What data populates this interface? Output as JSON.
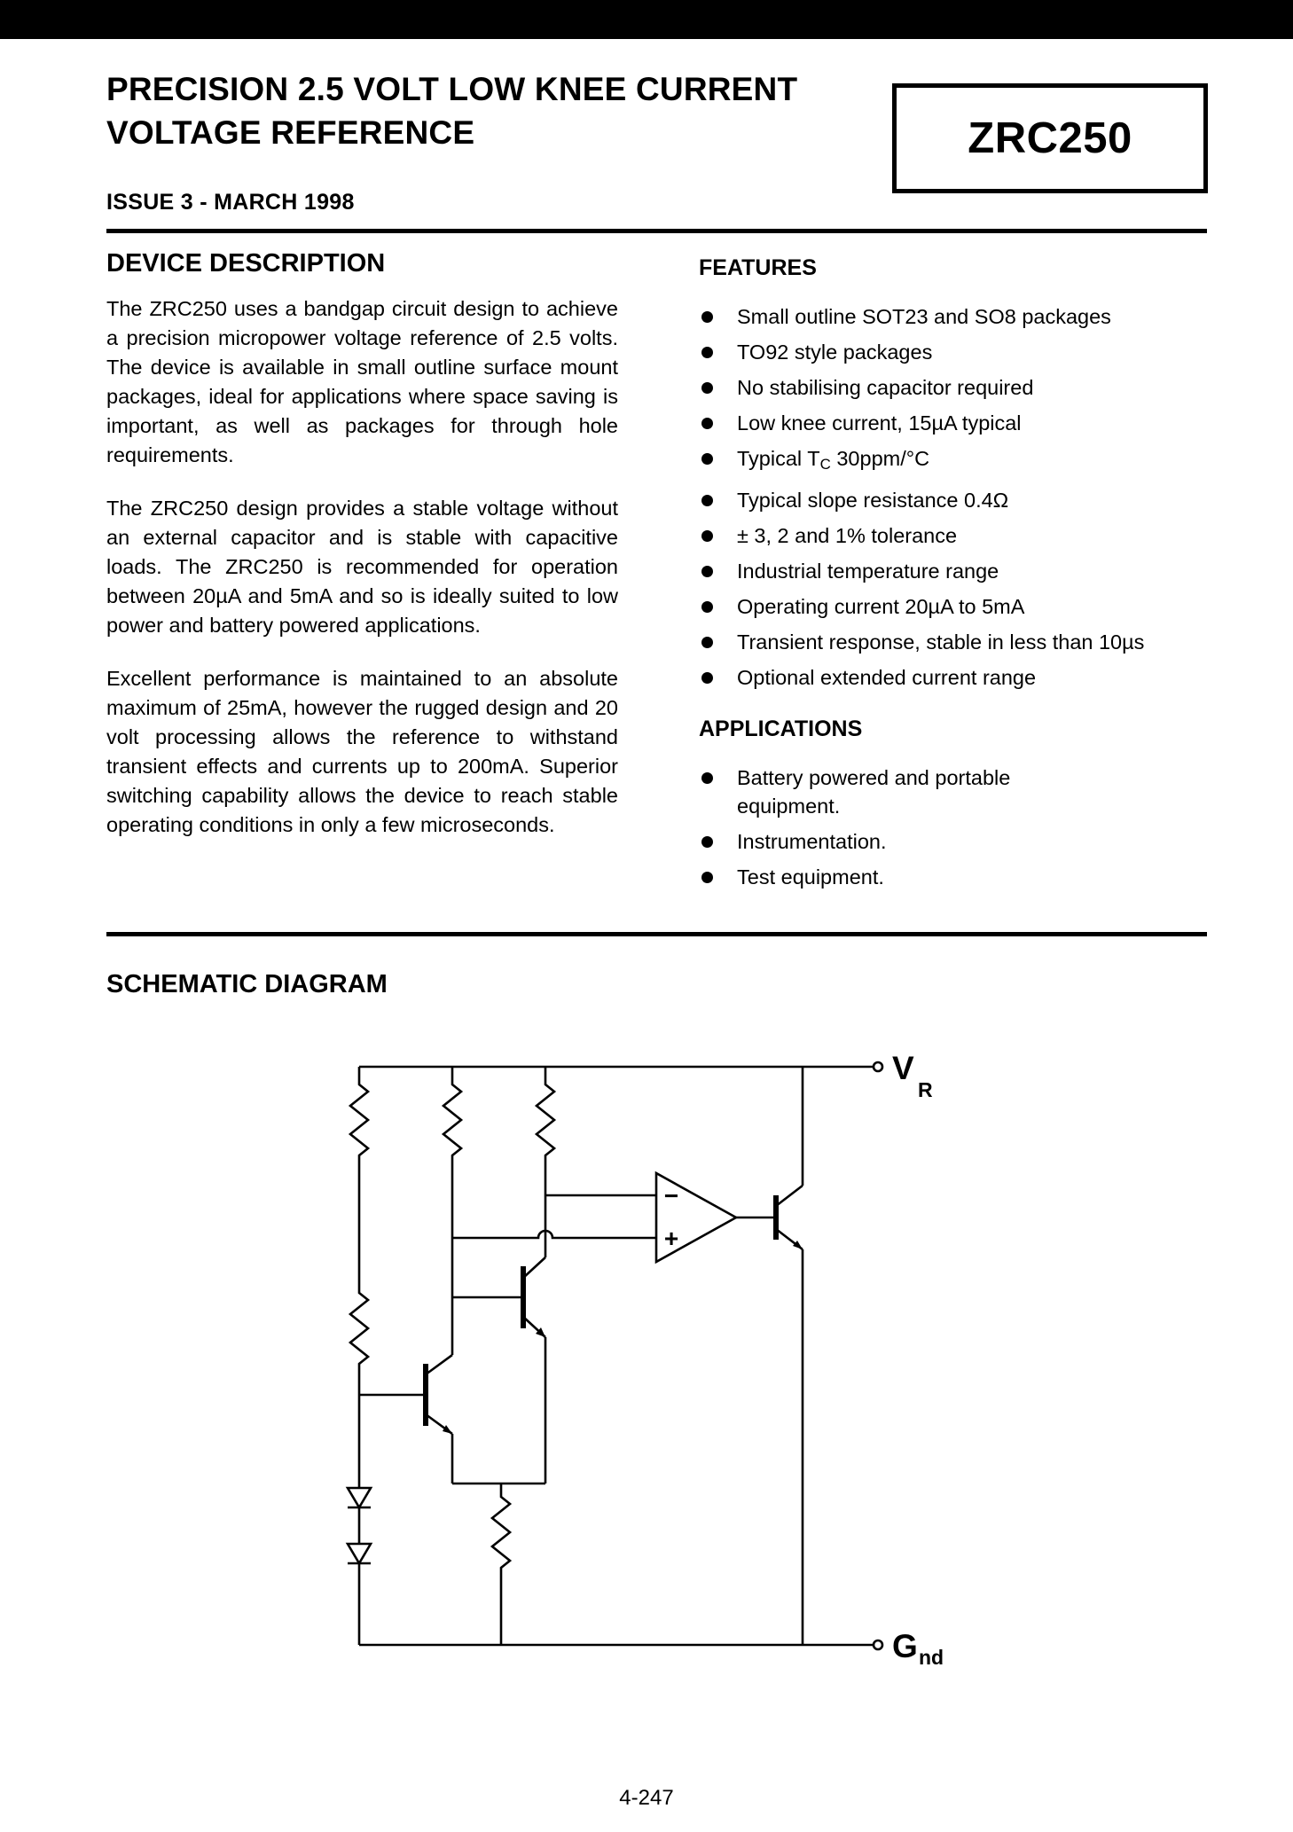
{
  "header": {
    "title_line1": "PRECISION 2.5 VOLT LOW KNEE CURRENT",
    "title_line2": "VOLTAGE REFERENCE",
    "issue": "ISSUE 3 - MARCH 1998",
    "part_number": "ZRC250"
  },
  "device_description": {
    "heading": "DEVICE DESCRIPTION",
    "paragraphs": [
      "The ZRC250 uses a bandgap circuit design to achieve a precision micropower voltage reference of 2.5 volts. The device is available in small outline surface mount packages, ideal for applications where space saving is important, as well as packages for through hole requirements.",
      "The ZRC250 design provides a stable voltage without an external capacitor and is stable with capacitive loads. The ZRC250 is recommended for operation between 20µA and 5mA and so is ideally suited to low power and battery powered applications.",
      "Excellent performance is maintained to an absolute maximum of 25mA, however the rugged design and 20 volt processing allows the reference to withstand transient effects and currents up to 200mA. Superior switching capability allows the device to reach stable operating conditions in only a few microseconds."
    ]
  },
  "features": {
    "heading": "FEATURES",
    "items": [
      "Small outline SOT23 and SO8 packages",
      "TO92 style packages",
      "No stabilising capacitor required",
      "Low knee current, 15µA typical",
      {
        "pre": "Typical T",
        "sub": "C",
        "post": " 30ppm/°C"
      },
      "Typical slope resistance 0.4Ω",
      "± 3, 2 and 1% tolerance",
      "Industrial temperature range",
      "Operating current 20µA to 5mA",
      "Transient response, stable in less than 10µs",
      "Optional extended current range"
    ]
  },
  "applications": {
    "heading": "APPLICATIONS",
    "items": [
      "Battery powered and portable equipment.",
      "Instrumentation.",
      "Test equipment."
    ]
  },
  "schematic": {
    "heading": "SCHEMATIC DIAGRAM",
    "vr_label": "V",
    "vr_sub": "R",
    "gnd_label": "G",
    "gnd_sub": "nd",
    "opamp_minus": "−",
    "opamp_plus": "+"
  },
  "footer": {
    "page_number": "4-247"
  }
}
